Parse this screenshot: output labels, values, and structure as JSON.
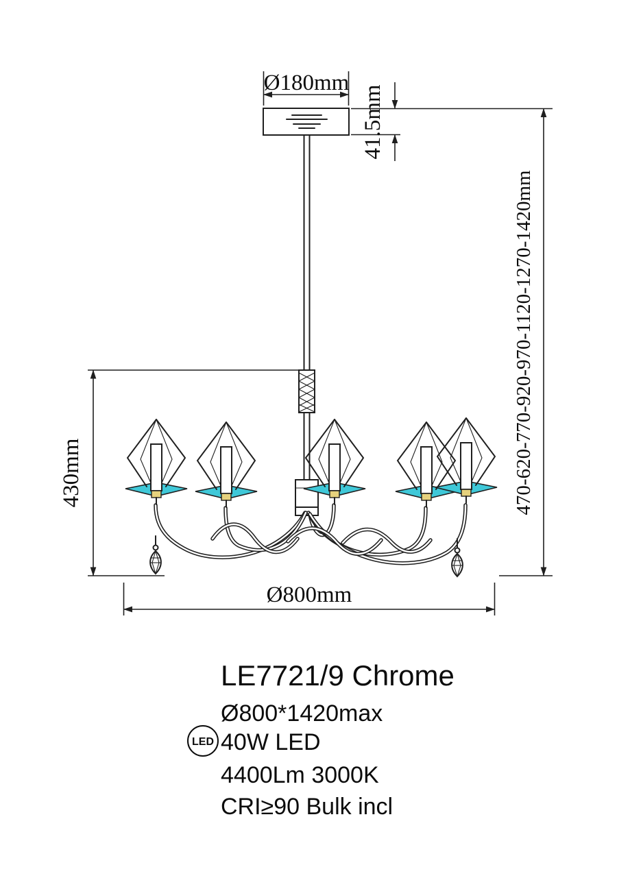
{
  "colors": {
    "accent": "#3fc8d8",
    "line": "#1f1f1f"
  },
  "dimensions": {
    "canopy_diameter": "Ø180mm",
    "canopy_height": "41.5mm",
    "fixture_height": "430mm",
    "fixture_diameter": "Ø800mm",
    "adjustable_height_range": "470-620-770-920-970-1120-1270-1420mm"
  },
  "product": {
    "model": "LE7721/9 Chrome",
    "dimensions_summary": "Ø800*1420max",
    "led_badge": "LED",
    "wattage": "40W LED",
    "luminous_flux": "4400Lm 3000K",
    "cri_note": "CRI≥90 Bulk incl"
  }
}
